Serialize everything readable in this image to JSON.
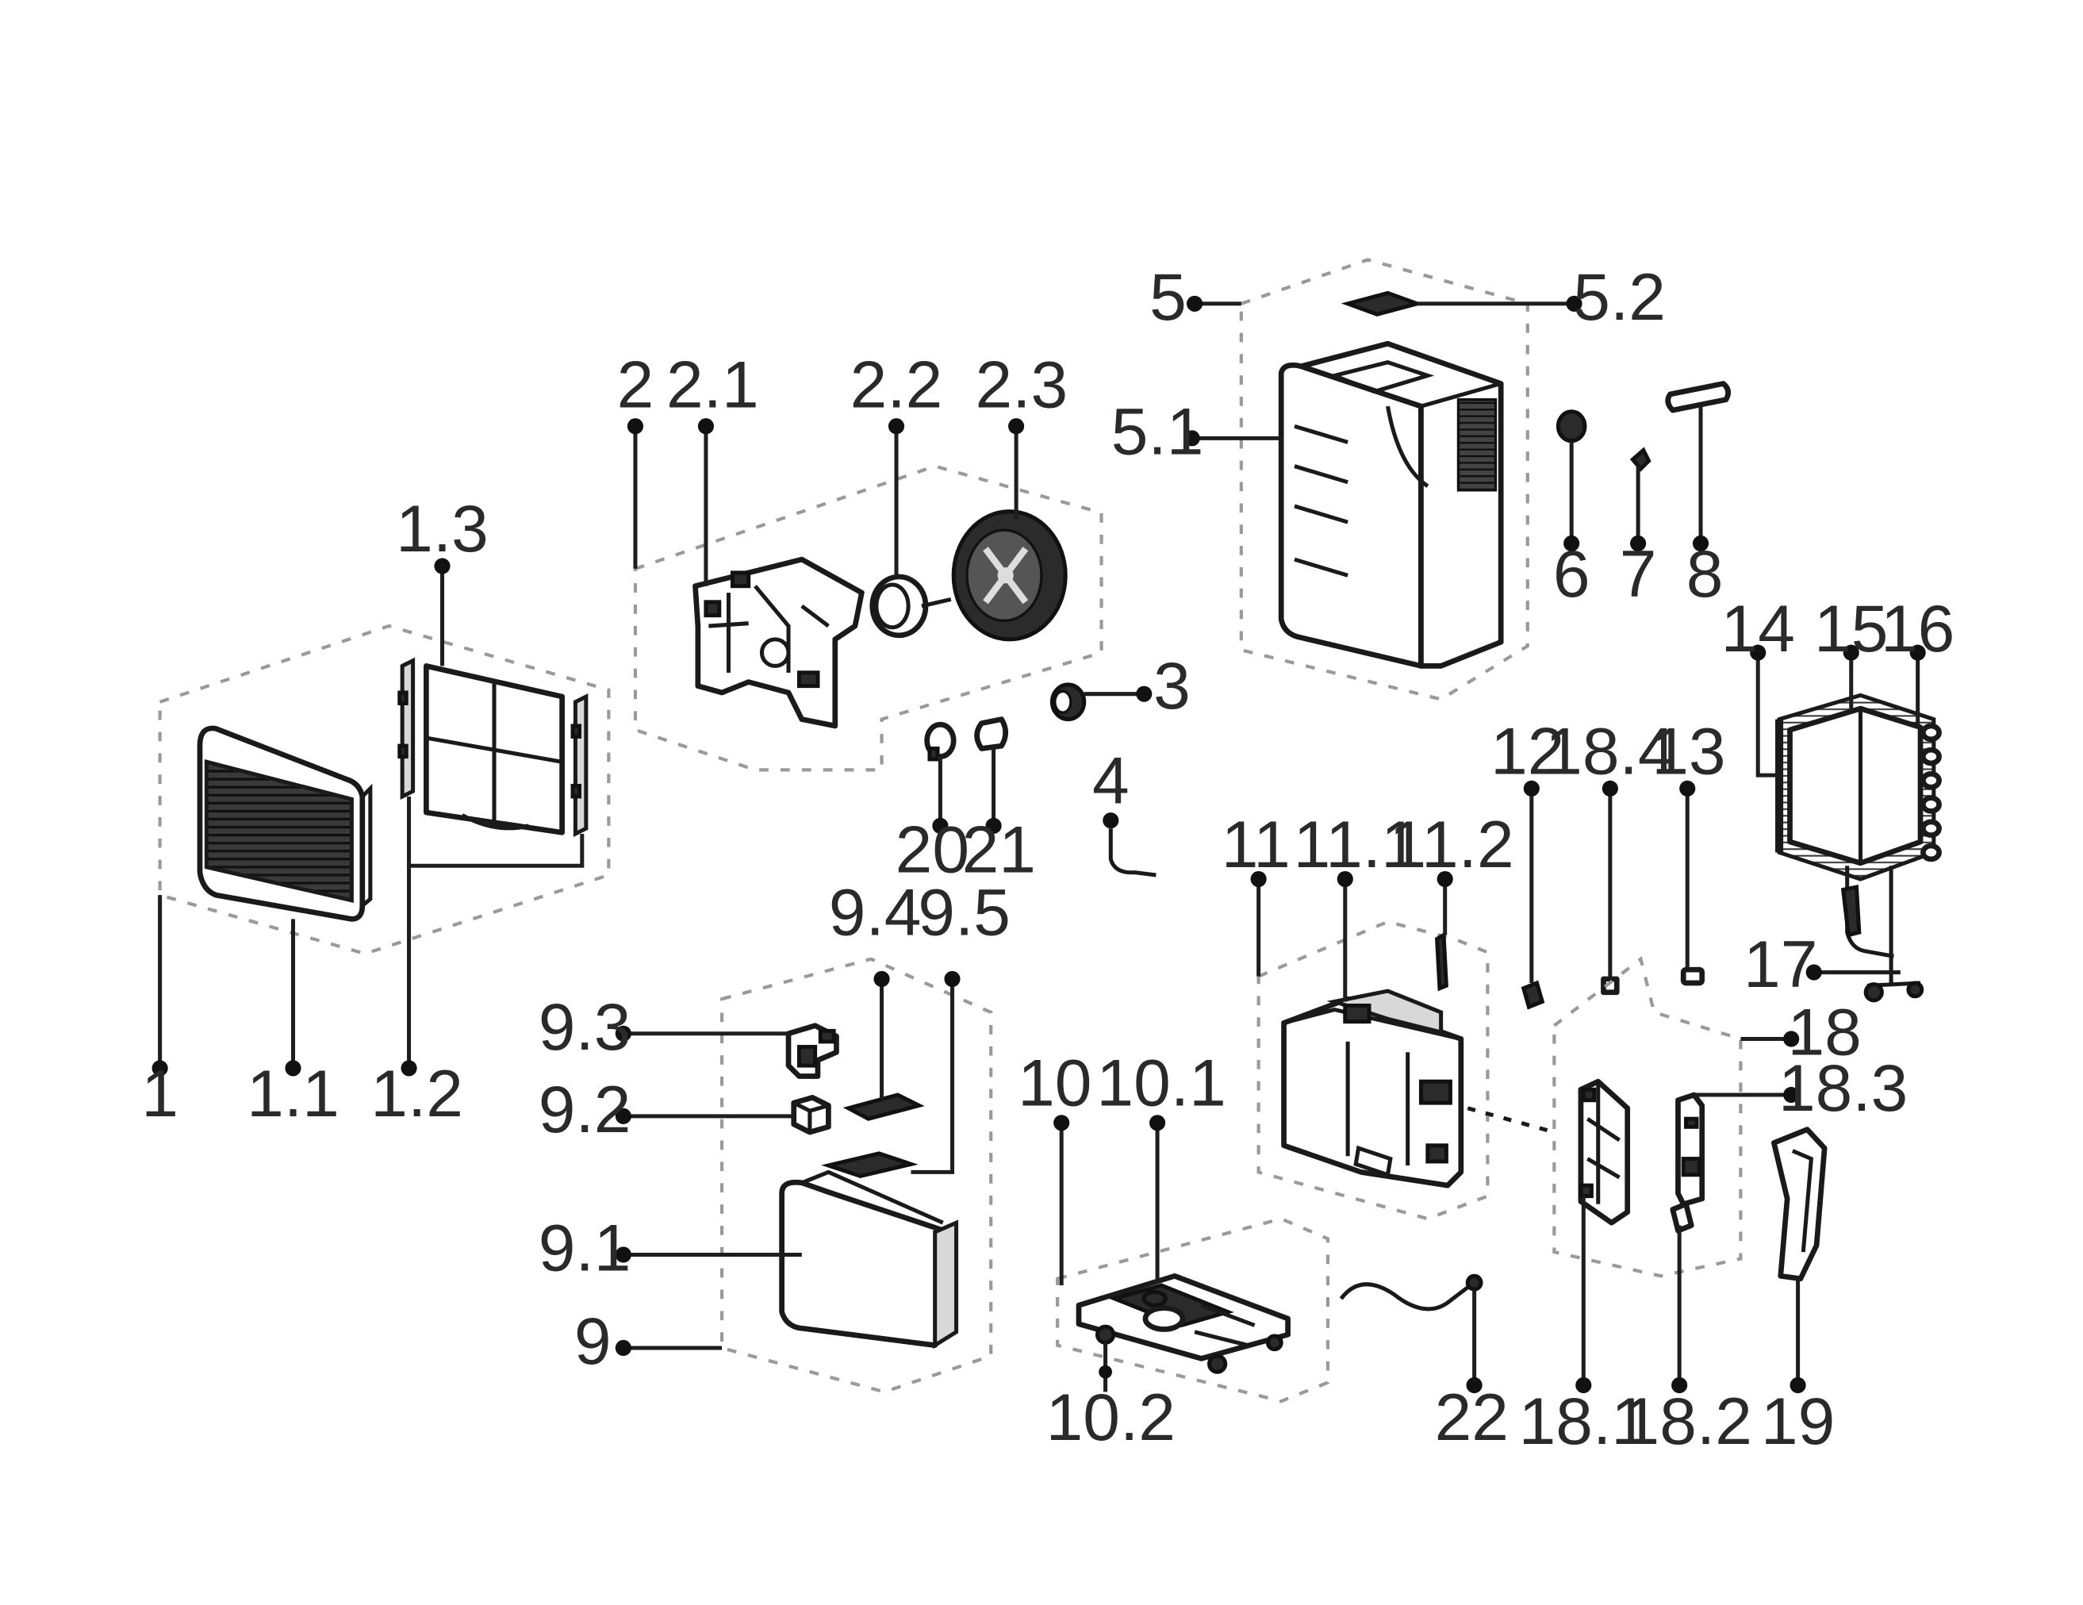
{
  "diagram": {
    "labels": {
      "p1": "1",
      "p1_1": "1.1",
      "p1_2": "1.2",
      "p1_3": "1.3",
      "p2": "2",
      "p2_1": "2.1",
      "p2_2": "2.2",
      "p2_3": "2.3",
      "p3": "3",
      "p4": "4",
      "p5": "5",
      "p5_1": "5.1",
      "p5_2": "5.2",
      "p6": "6",
      "p7": "7",
      "p8": "8",
      "p9": "9",
      "p9_1": "9.1",
      "p9_2": "9.2",
      "p9_3": "9.3",
      "p9_4": "9.4",
      "p9_5": "9.5",
      "p10": "10",
      "p10_1": "10.1",
      "p10_2": "10.2",
      "p11": "11",
      "p11_1": "11.1",
      "p11_2": "11.2",
      "p12": "12",
      "p13": "13",
      "p14": "14",
      "p15": "15",
      "p16": "16",
      "p17": "17",
      "p18": "18",
      "p18_1": "18.1",
      "p18_2": "18.2",
      "p18_3": "18.3",
      "p18_4": "18.4",
      "p19": "19",
      "p20": "20",
      "p21": "21",
      "p22": "22"
    },
    "colors": {
      "ink": "#1a1a1a",
      "group_outline": "#9a9a9a",
      "background": "#ffffff"
    }
  }
}
